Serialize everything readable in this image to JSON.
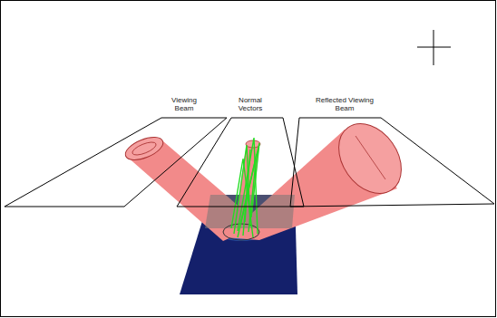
{
  "diagram": {
    "nodes": [
      {
        "text": [
          "Viewing Beam"
        ]
      },
      {
        "text": [
          "Normal Vectors"
        ]
      },
      {
        "text": [
          "Reflected Viewing Beam"
        ]
      }
    ]
  }
}
